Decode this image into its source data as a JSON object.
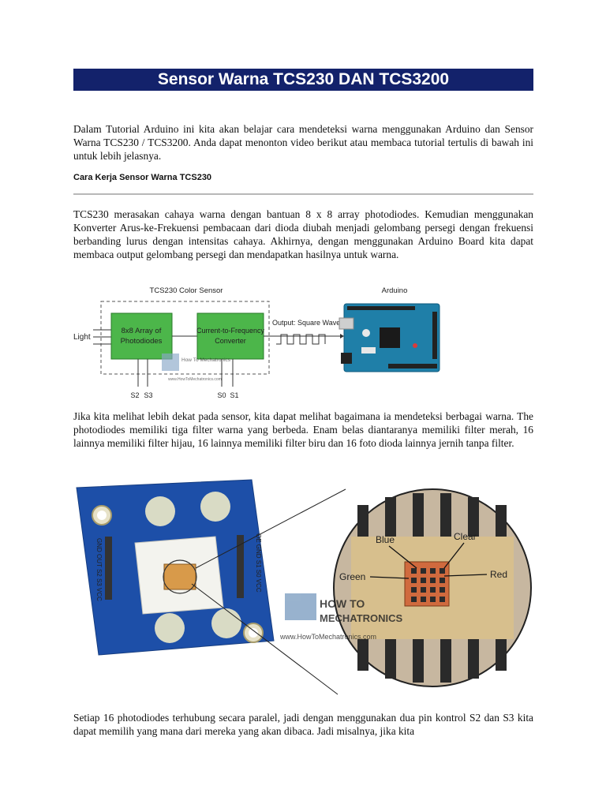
{
  "title": "Sensor Warna TCS230 DAN TCS3200",
  "intro": "Dalam Tutorial Arduino ini kita akan belajar cara mendeteksi warna menggunakan Arduino dan Sensor Warna TCS230 / TCS3200. Anda dapat menonton video berikut atau membaca tutorial tertulis di bawah ini untuk lebih jelasnya.",
  "section_heading": "Cara Kerja Sensor Warna TCS230",
  "paragraph_1": "TCS230 merasakan cahaya warna dengan bantuan 8 x 8 array photodiodes. Kemudian menggunakan Konverter Arus-ke-Frekuensi pembacaan dari dioda diubah menjadi gelombang persegi dengan frekuensi berbanding lurus dengan intensitas cahaya. Akhirnya, dengan menggunakan Arduino Board kita dapat membaca output gelombang persegi dan mendapatkan hasilnya untuk warna.",
  "diagram": {
    "sensor_label": "TCS230 Color Sensor",
    "arduino_label": "Arduino",
    "light_label": "Light",
    "array_box": [
      "8x8 Array of",
      "Photodiodes"
    ],
    "converter_box": [
      "Current-to-Frequency",
      "Converter"
    ],
    "output_label": "Output: Square Wave",
    "pins": [
      "S2",
      "S3",
      "S0",
      "S1"
    ],
    "watermark": "How To Mechatronics",
    "watermark_url": "www.HowToMechatronics.com"
  },
  "paragraph_2": "Jika kita melihat lebih dekat pada sensor, kita dapat melihat bagaimana ia mendeteksi berbagai warna. The photodiodes memiliki tiga filter warna yang berbeda. Enam belas diantaranya memiliki filter merah, 16 lainnya memiliki filter hijau, 16 lainnya memiliki filter biru dan 16 foto dioda lainnya jernih tanpa filter.",
  "photo": {
    "board_pins_left": "GND OUT S2 S3 VCC",
    "board_pins_right": "OE GND S1 S0 VCC",
    "label_blue": "Blue",
    "label_clear": "Clear",
    "label_green": "Green",
    "label_red": "Red",
    "watermark_1": "HOW TO",
    "watermark_2": "MECHATRONICS",
    "watermark_url": "www.HowToMechatronics.com"
  },
  "paragraph_3": "Setiap 16 photodiodes terhubung secara paralel, jadi dengan menggunakan dua pin kontrol S2 dan S3 kita dapat memilih yang mana dari mereka yang akan dibaca. Jadi misalnya, jika kita"
}
